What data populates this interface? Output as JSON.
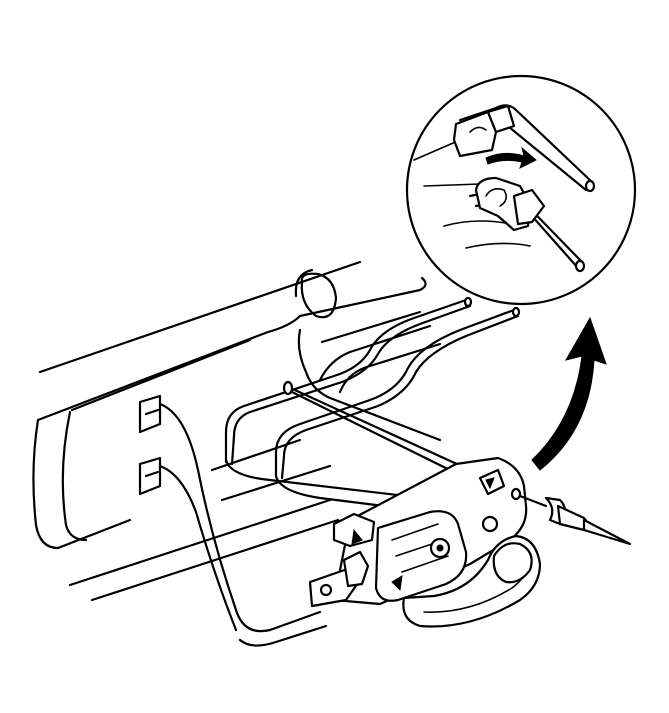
{
  "figure": {
    "background": "#ffffff",
    "line_color": "#000000",
    "parts": [
      "door-inner-panel",
      "lock-rod",
      "latch-rod",
      "inside-handle-assembly",
      "rivet",
      "detail-circle-rod-clips",
      "curved-arrow",
      "clip-rotation-arrow"
    ]
  }
}
